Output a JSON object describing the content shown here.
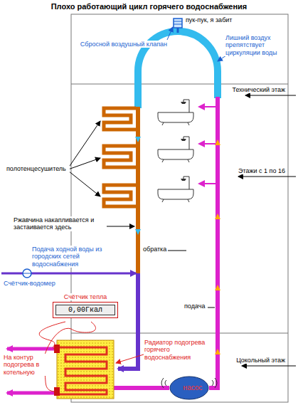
{
  "diagram": {
    "title": "Плохо работающий цикл горячего водоснабжения",
    "nodes": [
      {
        "text": [
          "Счётчик тепла",
          "0,00Гкал"
        ]
      },
      {
        "text": [
          "насос"
        ]
      }
    ],
    "labels": [
      "пук-пук, я забит",
      "Сбросной воздушный клапан",
      "Лишний воздух препятствует циркуляции воды",
      "Технический этаж",
      "полотенцесушитель",
      "Этажи с 1 по 16",
      "Ржавчина накапливается и застаивается здесь",
      "обратка",
      "Подача ходной воды из городских сетей водоснабжения",
      "Счётчик-водомер",
      "подача",
      "На контур подогрева в котельную",
      "Радиатор подогрева горячего водоснабжения",
      "Цокольный этаж"
    ]
  }
}
